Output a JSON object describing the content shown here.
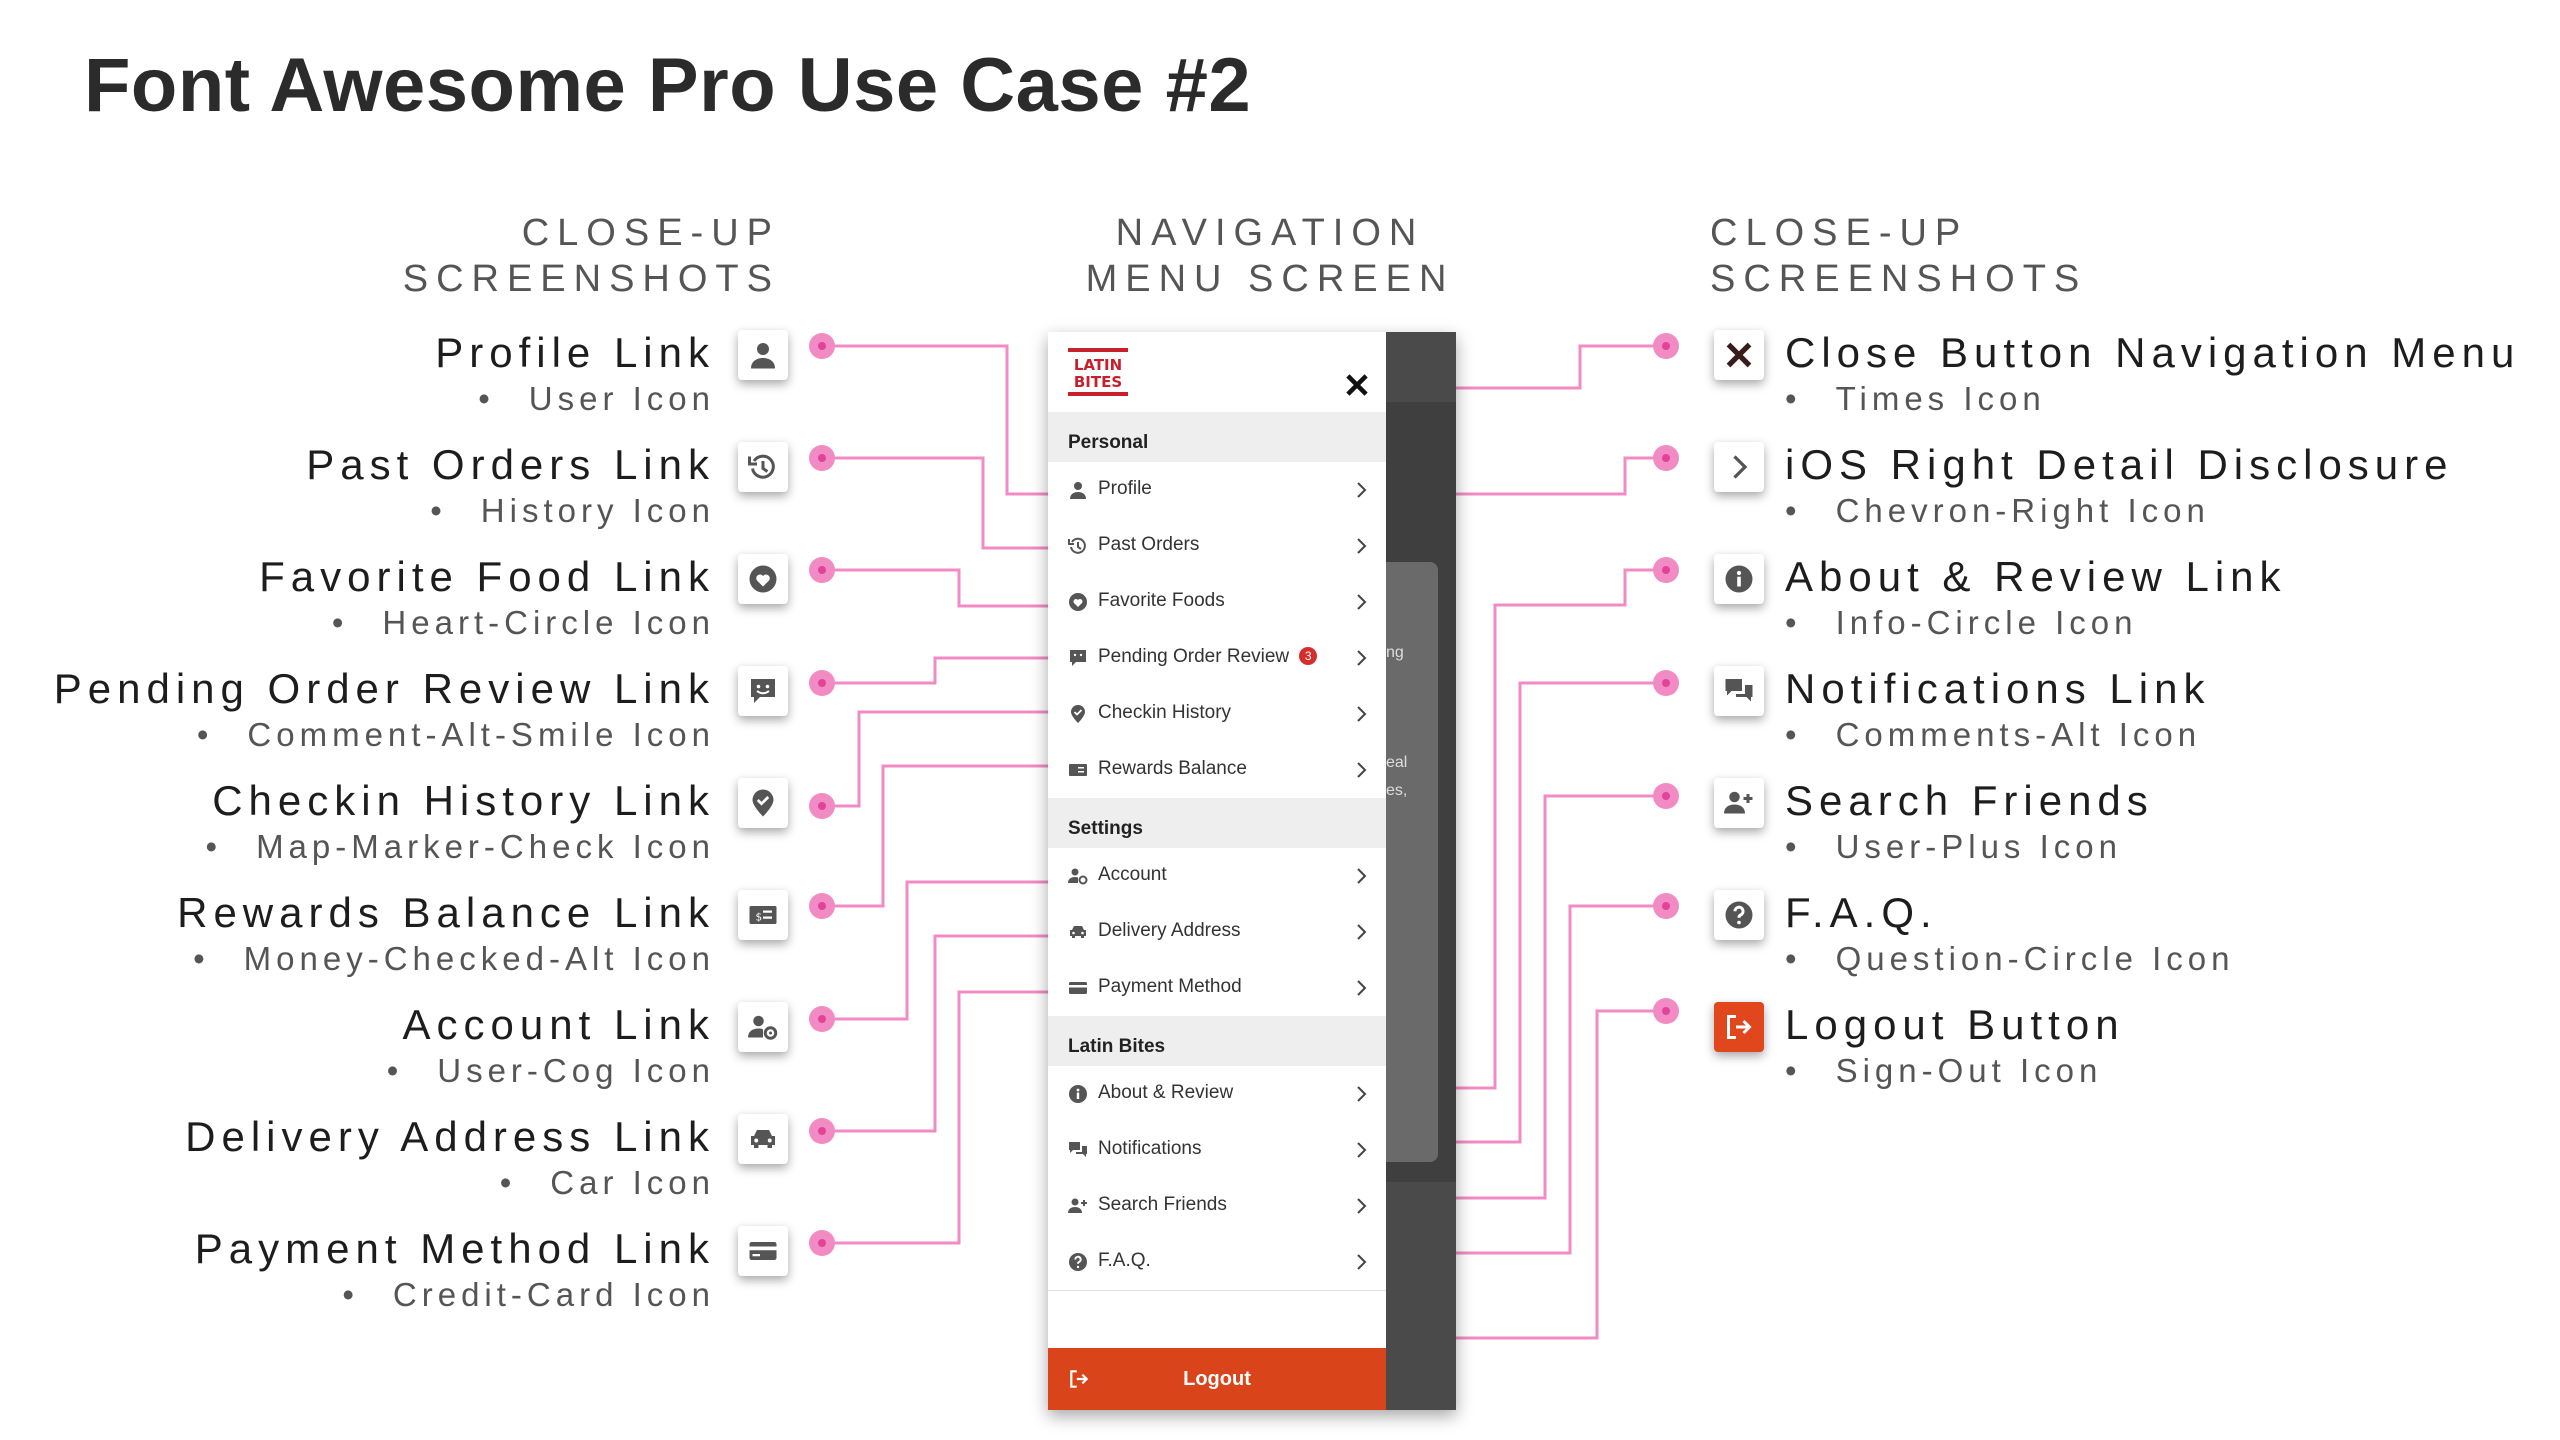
{
  "title": "Font Awesome Pro Use Case #2",
  "headings": {
    "left": [
      "CLOSE-UP",
      "SCREENSHOTS"
    ],
    "middle": [
      "NAVIGATION",
      "MENU SCREEN"
    ],
    "right": [
      "CLOSE-UP",
      "SCREENSHOTS"
    ]
  },
  "left_labels": [
    {
      "title": "Profile Link",
      "sub": "User Icon",
      "icon": "user-icon"
    },
    {
      "title": "Past Orders Link",
      "sub": "History Icon",
      "icon": "history-icon"
    },
    {
      "title": "Favorite Food Link",
      "sub": "Heart-Circle Icon",
      "icon": "heart-circle-icon"
    },
    {
      "title": "Pending Order Review Link",
      "sub": "Comment-Alt-Smile Icon",
      "icon": "comment-alt-smile-icon"
    },
    {
      "title": "Checkin History Link",
      "sub": "Map-Marker-Check Icon",
      "icon": "map-marker-check-icon"
    },
    {
      "title": "Rewards Balance Link",
      "sub": "Money-Checked-Alt Icon",
      "icon": "money-check-alt-icon"
    },
    {
      "title": "Account Link",
      "sub": "User-Cog Icon",
      "icon": "user-cog-icon"
    },
    {
      "title": "Delivery Address Link",
      "sub": "Car Icon",
      "icon": "car-icon"
    },
    {
      "title": "Payment Method Link",
      "sub": "Credit-Card Icon",
      "icon": "credit-card-icon"
    }
  ],
  "right_labels": [
    {
      "title": "Close Button Navigation Menu",
      "sub": "Times Icon",
      "icon": "times-icon"
    },
    {
      "title": "iOS Right Detail Disclosure",
      "sub": "Chevron-Right Icon",
      "icon": "chevron-right-icon"
    },
    {
      "title": "About & Review Link",
      "sub": "Info-Circle Icon",
      "icon": "info-circle-icon"
    },
    {
      "title": "Notifications Link",
      "sub": "Comments-Alt Icon",
      "icon": "comments-alt-icon"
    },
    {
      "title": "Search Friends",
      "sub": "User-Plus Icon",
      "icon": "user-plus-icon"
    },
    {
      "title": "F.A.Q.",
      "sub": "Question-Circle Icon",
      "icon": "question-circle-icon"
    },
    {
      "title": "Logout Button",
      "sub": "Sign-Out Icon",
      "icon": "sign-out-icon"
    }
  ],
  "bullet": "•",
  "phone": {
    "logo_text": [
      "LATIN",
      "BITES"
    ],
    "sections": {
      "personal": "Personal",
      "settings": "Settings",
      "latin_bites": "Latin Bites"
    },
    "personal_items": [
      {
        "label": "Profile"
      },
      {
        "label": "Past Orders"
      },
      {
        "label": "Favorite Foods"
      },
      {
        "label": "Pending Order Review",
        "badge": "3"
      },
      {
        "label": "Checkin History"
      },
      {
        "label": "Rewards Balance"
      }
    ],
    "settings_items": [
      {
        "label": "Account"
      },
      {
        "label": "Delivery Address"
      },
      {
        "label": "Payment Method"
      }
    ],
    "latin_items": [
      {
        "label": "About & Review"
      },
      {
        "label": "Notifications"
      },
      {
        "label": "Search Friends"
      },
      {
        "label": "F.A.Q."
      }
    ],
    "logout_label": "Logout",
    "backdrop_fragments": [
      "ng",
      "eal",
      "es,"
    ]
  },
  "colors": {
    "connector": "#f28bc4",
    "connector_dot": "#e0439b",
    "logout": "#d9441b",
    "badge": "#d62d2d",
    "icon": "#555555"
  }
}
